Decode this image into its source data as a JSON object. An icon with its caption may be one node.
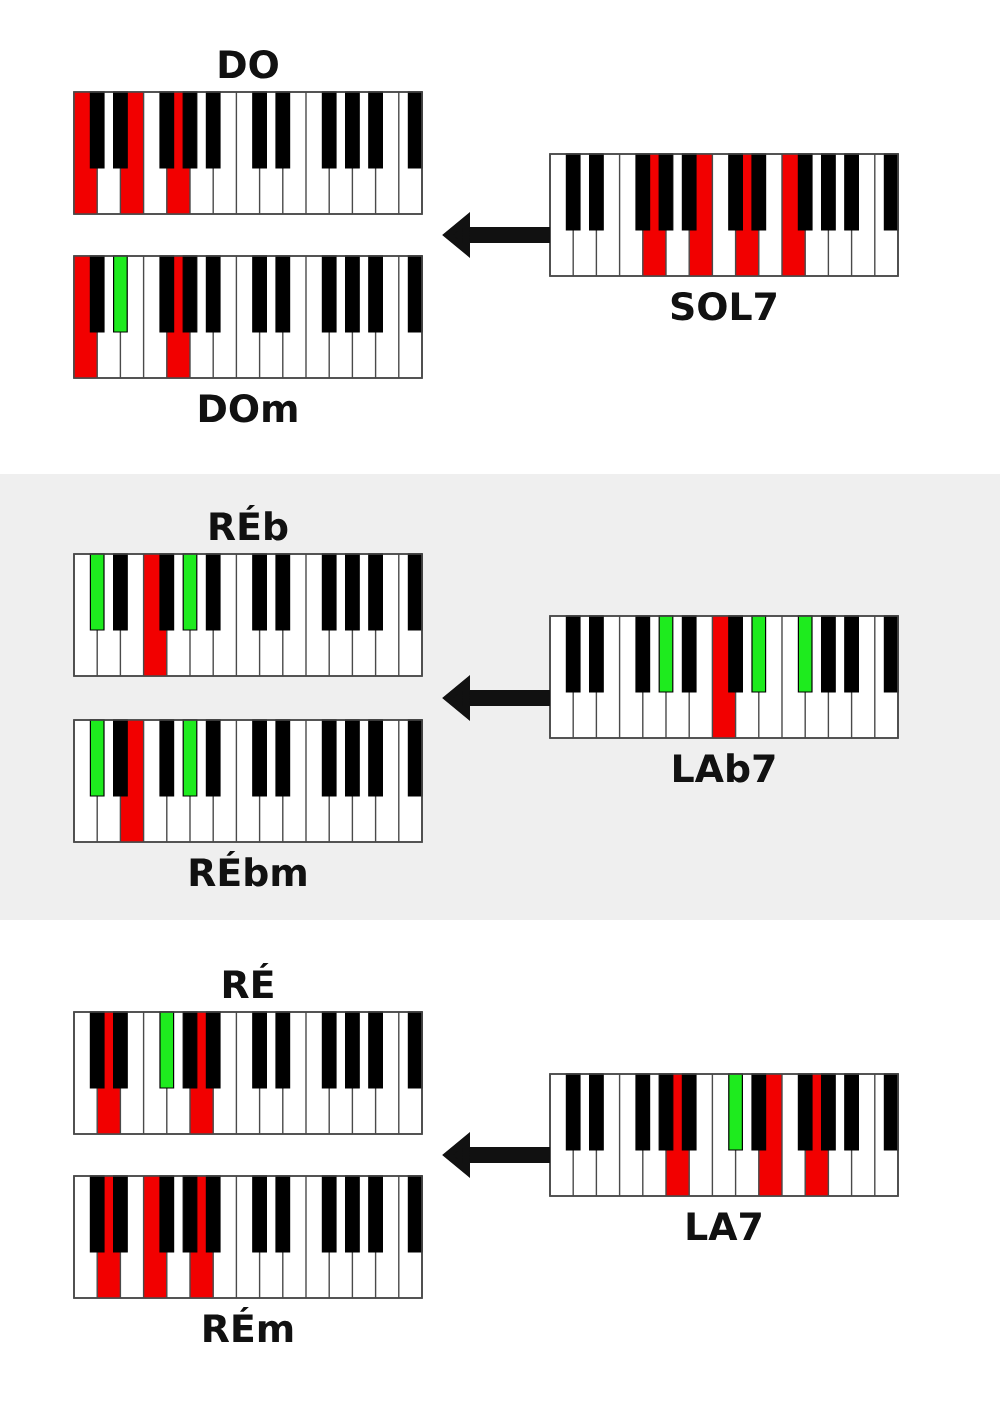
{
  "diagram": {
    "nodes": [
      {
        "text": [
          "DO"
        ]
      },
      {
        "text": [
          "SOL7"
        ]
      },
      {
        "text": [
          "DOm"
        ]
      },
      {
        "text": [
          "RÉb"
        ]
      },
      {
        "text": [
          "LAb7"
        ]
      },
      {
        "text": [
          "RÉbm"
        ]
      },
      {
        "text": [
          "RÉ"
        ]
      },
      {
        "text": [
          "LA7"
        ]
      },
      {
        "text": [
          "RÉm"
        ]
      }
    ],
    "edges": [
      {
        "from": 1,
        "to": 0,
        "arrow": "to"
      },
      {
        "from": 1,
        "to": 2,
        "arrow": "to"
      },
      {
        "from": 4,
        "to": 3,
        "arrow": "to"
      },
      {
        "from": 4,
        "to": 5,
        "arrow": "to"
      },
      {
        "from": 7,
        "to": 6,
        "arrow": "to"
      },
      {
        "from": 7,
        "to": 8,
        "arrow": "to"
      }
    ]
  }
}
